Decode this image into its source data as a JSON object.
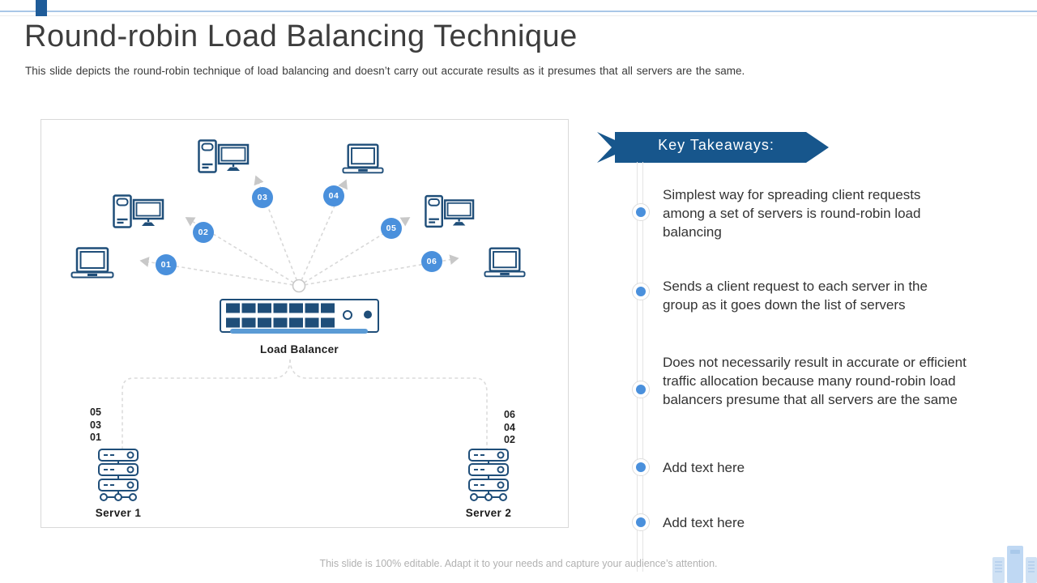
{
  "slide": {
    "title": "Round-robin Load Balancing Technique",
    "subtitle": "This slide depicts the round-robin technique of load balancing and doesn’t carry out accurate results as it presumes that all servers are the same.",
    "footer": "This slide is 100% editable. Adapt it to your needs and capture your audience’s attention."
  },
  "diagram": {
    "clients": [
      {
        "id": "01",
        "type": "laptop"
      },
      {
        "id": "02",
        "type": "desktop"
      },
      {
        "id": "03",
        "type": "desktop"
      },
      {
        "id": "04",
        "type": "laptop"
      },
      {
        "id": "05",
        "type": "desktop"
      },
      {
        "id": "06",
        "type": "laptop"
      }
    ],
    "load_balancer": {
      "label": "Load Balancer"
    },
    "servers": [
      {
        "label": "Server 1",
        "queue": [
          "05",
          "03",
          "01"
        ]
      },
      {
        "label": "Server 2",
        "queue": [
          "06",
          "04",
          "02"
        ]
      }
    ]
  },
  "takeaways": {
    "heading": "Key Takeaways:",
    "items": [
      "Simplest way for spreading client requests among a set of servers is round-robin load balancing",
      "Sends a client request to each server in the group as it goes down the list of servers",
      "Does not necessarily result in accurate or efficient traffic allocation because many round-robin load balancers presume that all servers are the same",
      "Add text here",
      "Add text here"
    ]
  },
  "colors": {
    "accent_blue": "#4a90dc",
    "icon_navy": "#1f4e79",
    "banner_blue": "#17568c",
    "underline_blue": "#5b9bd5",
    "top_line_blue": "#a9c7e7",
    "dashed_gray": "#d8d8d8"
  }
}
